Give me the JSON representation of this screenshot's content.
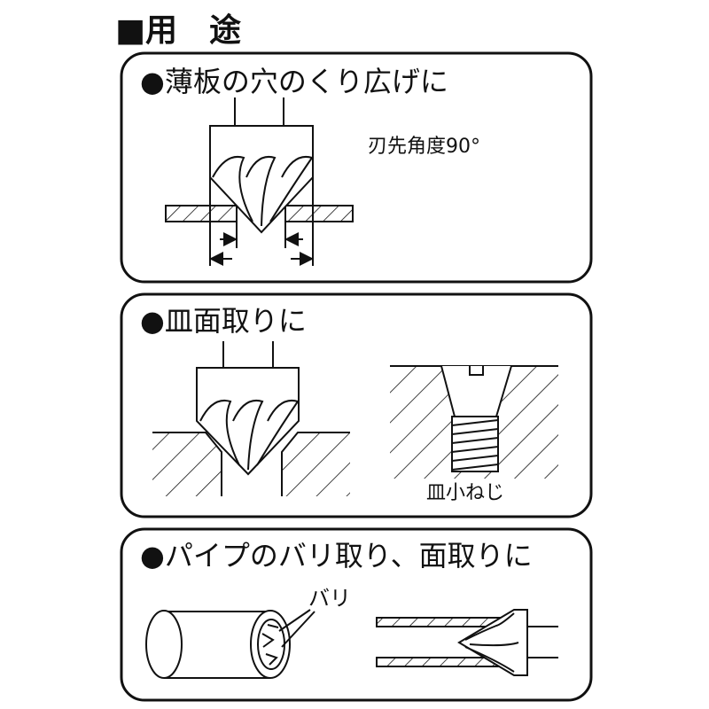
{
  "title": "■用　途",
  "panels": [
    {
      "heading": "●薄板の穴のくり広げに",
      "note": "刃先角度90°"
    },
    {
      "heading": "●皿面取りに",
      "note": "皿小ねじ"
    },
    {
      "heading": "●パイプのバリ取り、面取りに",
      "note": "バリ"
    }
  ]
}
